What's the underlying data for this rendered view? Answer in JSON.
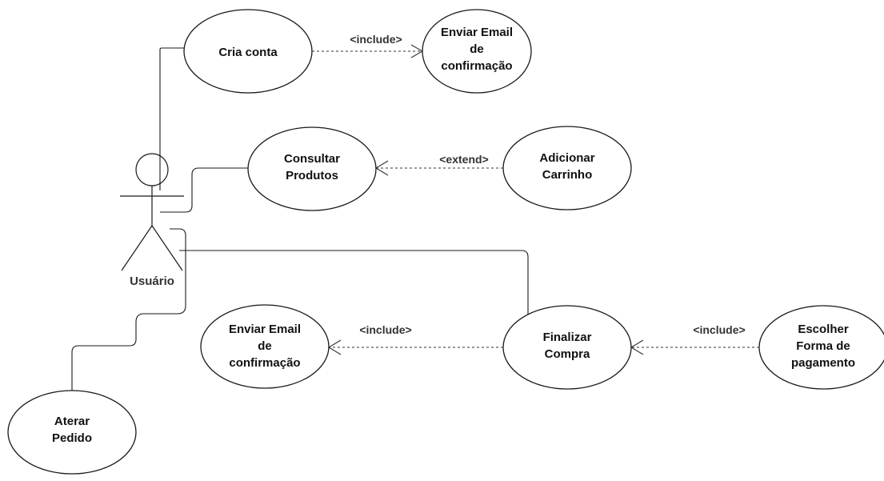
{
  "diagram": {
    "type": "uml-use-case",
    "actor": {
      "label": "Usuário"
    },
    "use_cases": {
      "cria_conta": {
        "lines": [
          "Cria conta"
        ]
      },
      "enviar_email_top": {
        "lines": [
          "Enviar Email",
          "de",
          "confirmação"
        ]
      },
      "consultar_produtos": {
        "lines": [
          "Consultar",
          "Produtos"
        ]
      },
      "adicionar_carrinho": {
        "lines": [
          "Adicionar",
          "Carrinho"
        ]
      },
      "finalizar_compra": {
        "lines": [
          "Finalizar",
          "Compra"
        ]
      },
      "enviar_email_bottom": {
        "lines": [
          "Enviar Email",
          "de",
          "confirmação"
        ]
      },
      "escolher_forma": {
        "lines": [
          "Escolher",
          "Forma de",
          "pagamento"
        ]
      },
      "aterar_pedido": {
        "lines": [
          "Aterar",
          "Pedido"
        ]
      }
    },
    "relations": {
      "include_email_top": "<include>",
      "extend_carrinho": "<extend>",
      "include_email_bottom": "<include>",
      "include_pagamento": "<include>"
    }
  }
}
